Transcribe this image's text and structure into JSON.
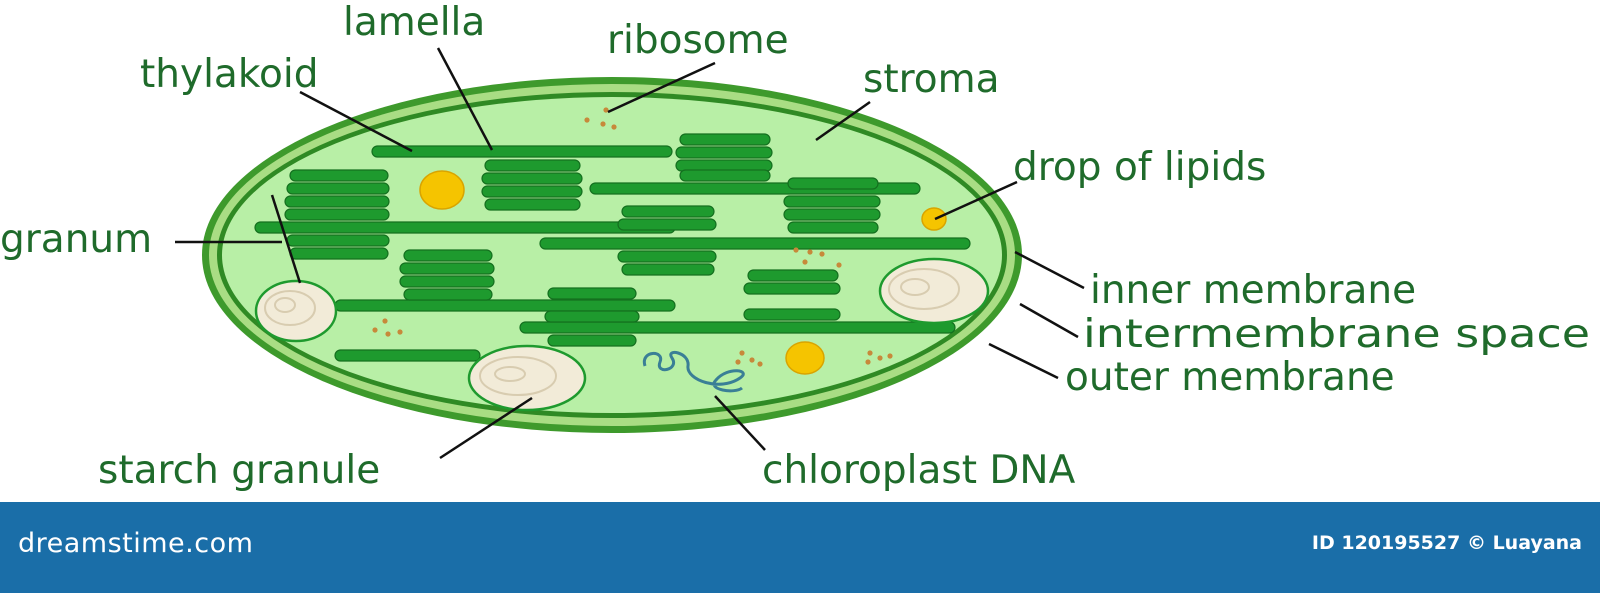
{
  "diagram": {
    "labels": {
      "lamella": "lamella",
      "ribosome": "ribosome",
      "thylakoid": "thylakoid",
      "stroma": "stroma",
      "drop_of_lipids": "drop of lipids",
      "granum": "granum",
      "inner_membrane": "inner membrane",
      "intermembrane_space": "intermembrane space",
      "outer_membrane": "outer membrane",
      "starch_granule": "starch granule",
      "chloroplast_dna": "chloroplast DNA"
    },
    "colors": {
      "label_text": "#1f6b2b",
      "outer_membrane": "#3e9a2c",
      "intermembrane_space": "#a9dd84",
      "inner_membrane": "#2f8a24",
      "stroma": "#b8efa6",
      "thylakoid": "#1e9a2e",
      "lipid_drop": "#f5c400",
      "starch_granule": "#f2ebd8",
      "dna": "#3a7f96",
      "ribosome": "#c7893a"
    }
  },
  "footer": {
    "logo": "dreamstime.com",
    "credit": "ID 120195527 © Luayana",
    "background": "#1a6ea8"
  }
}
